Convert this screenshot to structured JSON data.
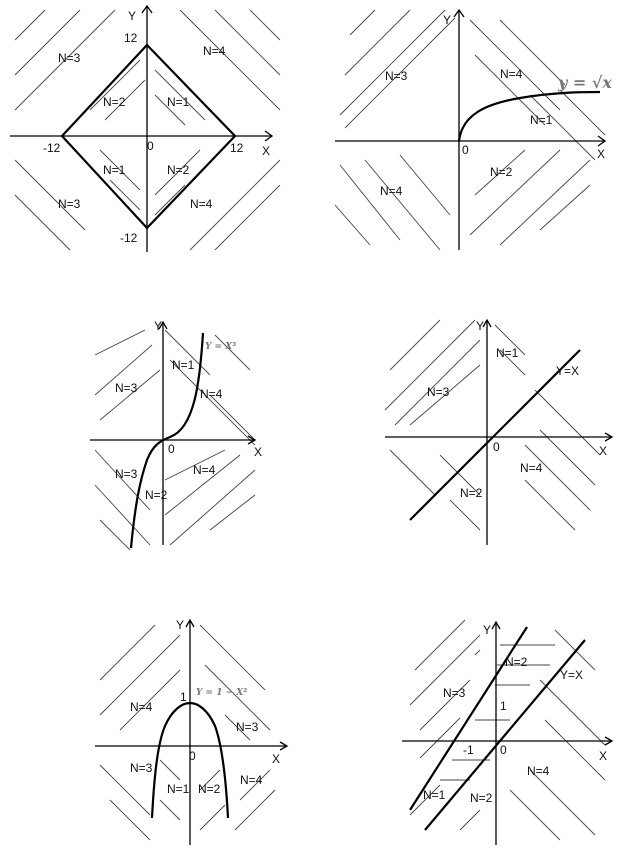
{
  "panels": [
    {
      "id": "p1",
      "x_axis": "X",
      "y_axis": "Y",
      "origin": "0",
      "ticks": [
        "12",
        "12",
        "-12",
        "-12"
      ],
      "regions": [
        "N=3",
        "N=4",
        "N=2",
        "N=1",
        "N=1",
        "N=2",
        "N=3",
        "N=4"
      ]
    },
    {
      "id": "p2",
      "x_axis": "X",
      "y_axis": "Y",
      "origin": "0",
      "equation": "y = √x",
      "regions": [
        "N=3",
        "N=4",
        "N=1",
        "N=2",
        "N=4"
      ]
    },
    {
      "id": "p3",
      "x_axis": "X",
      "y_axis": "Y",
      "origin": "0",
      "equation": "Y = X³",
      "regions": [
        "N=1",
        "N=3",
        "N=4",
        "N=3",
        "N=4",
        "N=2"
      ]
    },
    {
      "id": "p4",
      "x_axis": "X",
      "y_axis": "Y",
      "origin": "0",
      "equation": "Y=X",
      "regions": [
        "N=1",
        "N=3",
        "N=4",
        "N=2"
      ]
    },
    {
      "id": "p5",
      "x_axis": "X",
      "y_axis": "Y",
      "origin": "0",
      "tick": "1",
      "equation": "Y = 1 − X²",
      "regions": [
        "N=4",
        "N=3",
        "N=3",
        "N=4",
        "N=1",
        "N=2"
      ]
    },
    {
      "id": "p6",
      "x_axis": "X",
      "y_axis": "Y",
      "origin": "0",
      "ticks": [
        "1",
        "-1"
      ],
      "equation": "Y=X",
      "regions": [
        "N=2",
        "N=3",
        "N=4",
        "N=1",
        "N=2"
      ]
    }
  ]
}
